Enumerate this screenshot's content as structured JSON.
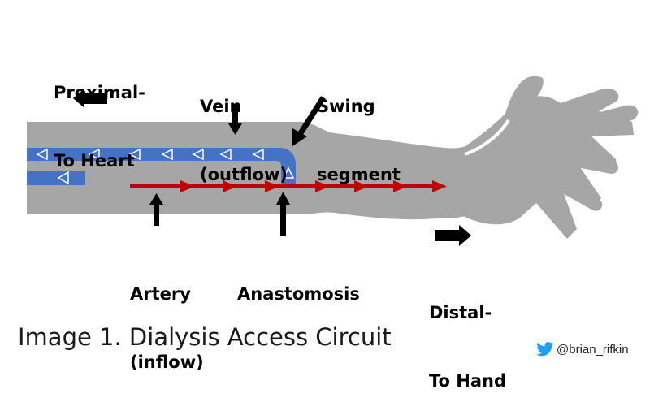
{
  "labels": {
    "proximal_line1": "Proximal-",
    "proximal_line2": "To Heart",
    "vein_line1": "Vein",
    "vein_line2": "(outflow)",
    "swing_line1": "Swing",
    "swing_line2": "segment",
    "artery_line1": "Artery",
    "artery_line2": "(inflow)",
    "anastomosis": "Anastomosis",
    "distal_line1": "Distal-",
    "distal_line2": "To Hand"
  },
  "caption": "Image 1. Dialysis Access Circuit",
  "social": {
    "handle": "@brian_rifkin",
    "icon": "twitter-bird-icon"
  },
  "colors": {
    "arm": "#a6a6a6",
    "vein": "#4472c4",
    "artery": "#c00000",
    "arrow": "#000000",
    "twitter": "#1da1f2"
  }
}
